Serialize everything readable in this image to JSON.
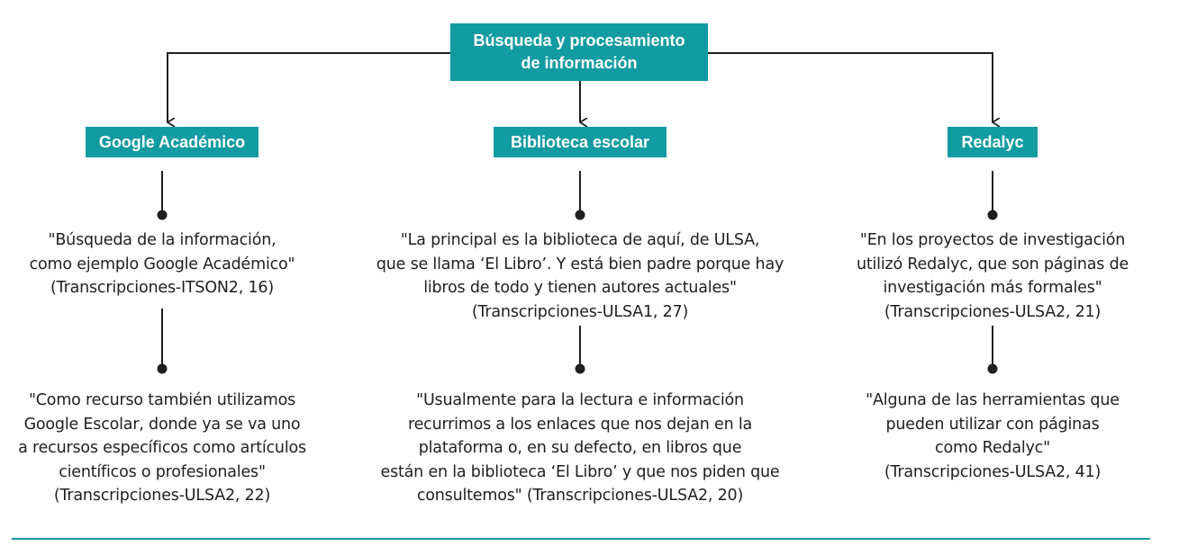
{
  "diagram": {
    "root": {
      "label": "Búsqueda y procesamiento de información"
    },
    "columns": [
      {
        "title": "Google Académico",
        "quotes": [
          "\"Búsqueda de la información,\ncomo ejemplo Google Académico\"\n(Transcripciones-ITSON2, 16)",
          "\"Como recurso también utilizamos\nGoogle Escolar, donde ya se va uno\na recursos específicos como artículos\ncientíficos o profesionales\"\n(Transcripciones-ULSA2, 22)"
        ]
      },
      {
        "title": "Biblioteca escolar",
        "quotes": [
          "\"La principal es la biblioteca de aquí, de ULSA,\nque se llama ‘El Libro’. Y está bien padre porque hay\nlibros de todo y tienen autores actuales\"\n(Transcripciones-ULSA1, 27)",
          "\"Usualmente para la lectura e información\nrecurrimos a los enlaces que nos dejan en la\nplataforma o, en su defecto, en libros que\nestán en la biblioteca ‘El Libro’ y que nos piden que\nconsultemos\" (Transcripciones-ULSA2, 20)"
        ]
      },
      {
        "title": "Redalyc",
        "quotes": [
          "\"En los proyectos de investigación\nutilizó Redalyc, que son páginas de\ninvestigación más formales\"\n(Transcripciones-ULSA2, 21)",
          "\"Alguna de las herramientas que\npueden utilizar con páginas\ncomo Redalyc\"\n(Transcripciones-ULSA2, 41)"
        ]
      }
    ],
    "colors": {
      "box": "#139ba2",
      "box_text": "#ffffff",
      "line": "#1f1f1f",
      "rule": "#139ba2"
    }
  }
}
